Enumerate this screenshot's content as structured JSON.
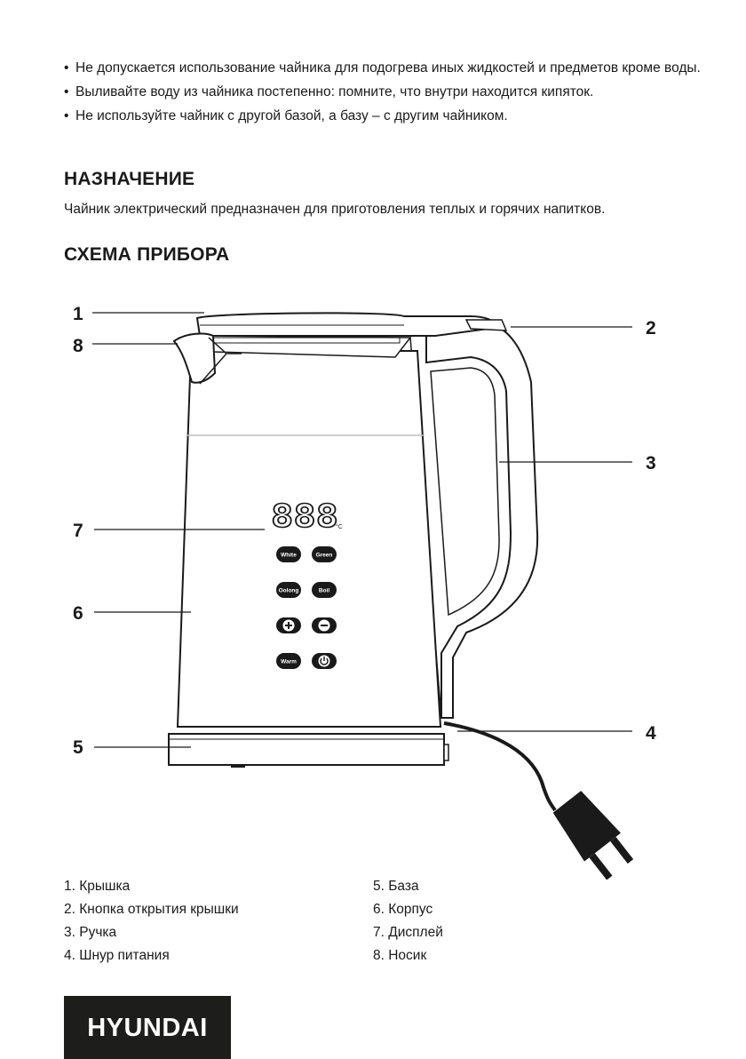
{
  "warnings": [
    "Не допускается использование чайника для подогрева иных жидкостей и предметов кроме воды.",
    "Выливайте воду из чайника постепенно: помните, что внутри находится кипяток.",
    "Не используйте чайник с другой базой, а базу – с другим чайником."
  ],
  "purpose": {
    "heading": "НАЗНАЧЕНИЕ",
    "text": "Чайник электрический предназначен для приготовления теплых и горячих напитков."
  },
  "scheme": {
    "heading": "СХЕМА ПРИБОРА",
    "callouts": [
      "1",
      "2",
      "3",
      "4",
      "5",
      "6",
      "7",
      "8"
    ],
    "display": {
      "digits": "888",
      "unit": "°C"
    },
    "buttons": [
      "White",
      "Green",
      "Oolong",
      "Boil",
      "+",
      "−",
      "Warm",
      "power-icon"
    ]
  },
  "legend": {
    "left": [
      "1. Крышка",
      "2. Кнопка открытия крышки",
      "3. Ручка",
      "4. Шнур питания"
    ],
    "right": [
      "5. База",
      "6. Корпус",
      "7. Дисплей",
      "8. Носик"
    ]
  },
  "brand": "HYUNDAI"
}
